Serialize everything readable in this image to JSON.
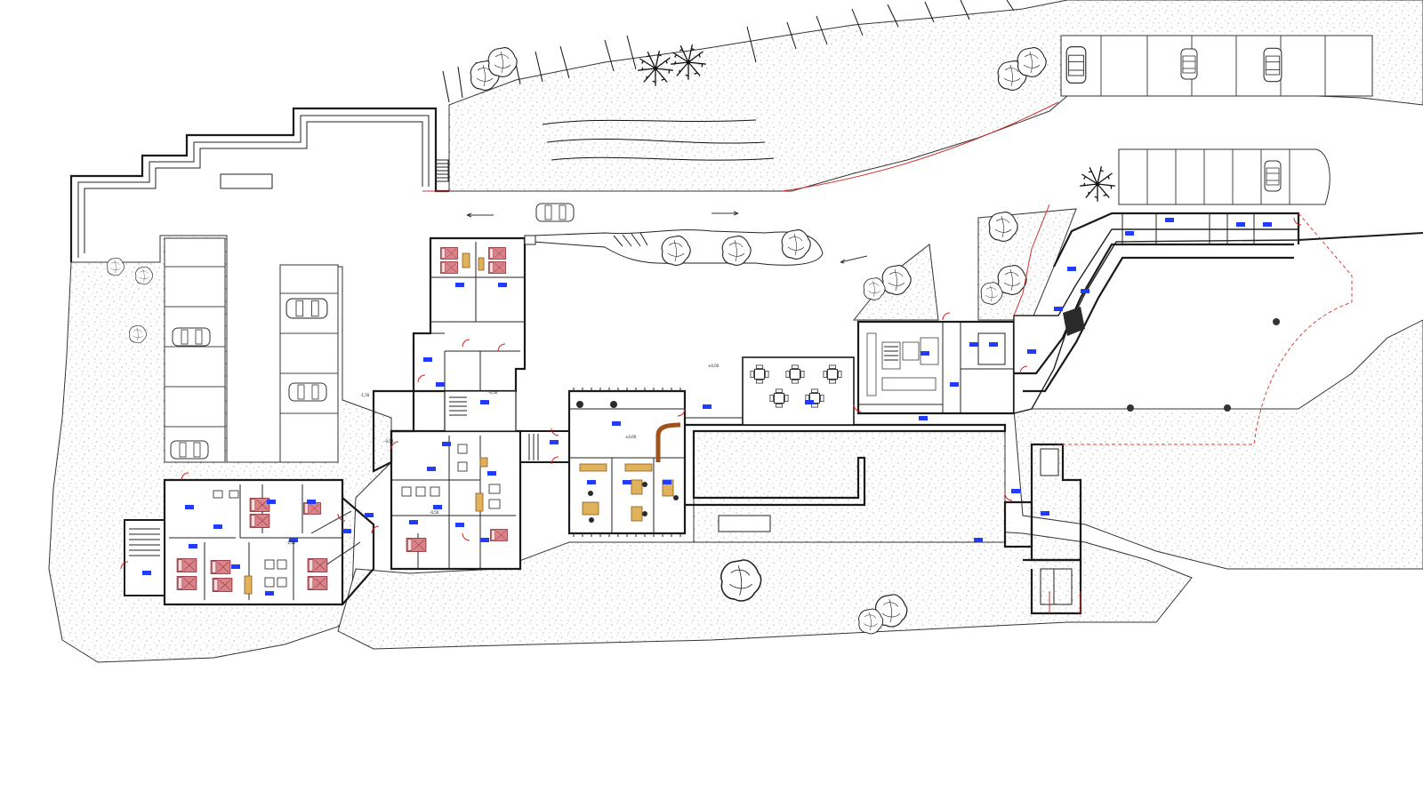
{
  "plan": {
    "elevations": [
      "-1,50",
      "-1,00",
      "-0,50",
      "-0,50",
      "-0,50",
      "±0,00",
      "±0,00"
    ],
    "colors": {
      "walls": "#1a1a1a",
      "beds": "#d9848a",
      "furniture": "#e0b25c",
      "property_line": "#e23b3b",
      "room_tags": "#1f3cff"
    },
    "icons": [
      "tree-icon",
      "palm-icon",
      "car-icon",
      "stair-icon",
      "door-swing-icon"
    ]
  }
}
